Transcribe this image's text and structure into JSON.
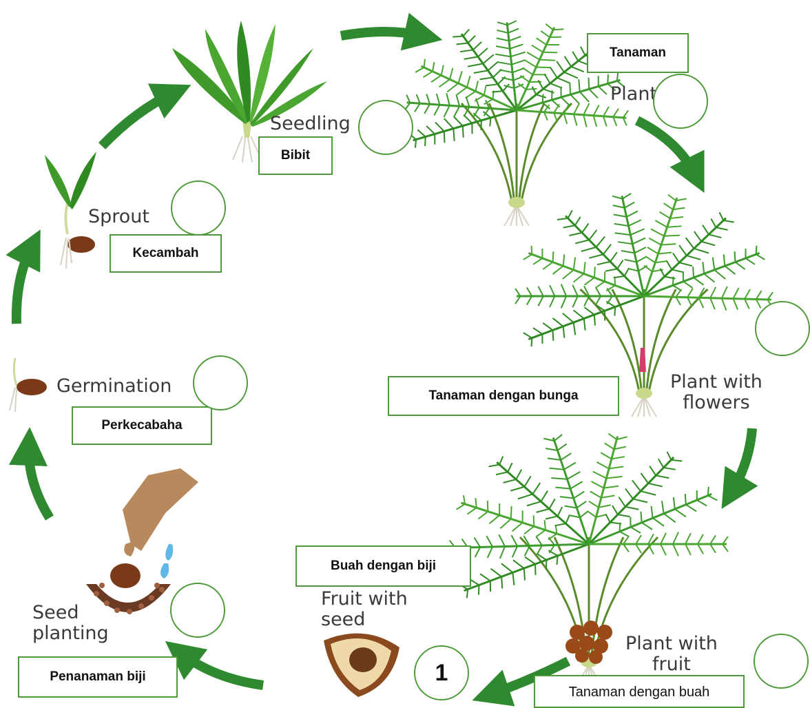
{
  "stages": {
    "seedling": {
      "en": "Seedling",
      "id": "Bibit",
      "number": ""
    },
    "plant": {
      "en": "Plant",
      "id": "Tanaman",
      "number": ""
    },
    "plant_flowers": {
      "en": "Plant with\nflowers",
      "id": "Tanaman  dengan bunga",
      "number": ""
    },
    "plant_fruit": {
      "en": "Plant with\nfruit",
      "id": "Tanaman dengan buah",
      "number": ""
    },
    "fruit_seed": {
      "en": "Fruit with\nseed",
      "id": "Buah dengan biji",
      "number": "1"
    },
    "seed_planting": {
      "en": "Seed\nplanting",
      "id": "Penanaman biji",
      "number": ""
    },
    "germination": {
      "en": "Germination",
      "id": "Perkecabaha",
      "number": ""
    },
    "sprout": {
      "en": "Sprout",
      "id": "Kecambah",
      "number": ""
    }
  },
  "colors": {
    "arrow": "#2f8a2f",
    "frond": "#3c9a2c",
    "box_border": "#4e9a3a",
    "seed": "#7a3a1a"
  }
}
